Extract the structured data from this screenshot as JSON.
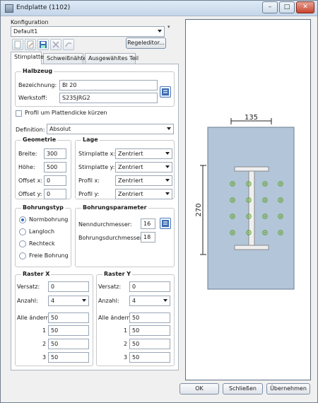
{
  "window": {
    "title": "Endplatte (1102)"
  },
  "config": {
    "group_title": "Konfiguration",
    "selected": "Default1",
    "rule_editor_label": "Regeleditor..."
  },
  "tabs": [
    {
      "label": "Stirnplatte"
    },
    {
      "label": "Schweißnähte"
    },
    {
      "label": "Ausgewähltes Teil"
    }
  ],
  "halbzeug": {
    "title": "Halbzeug",
    "bezeichnung_label": "Bezeichnung:",
    "bezeichnung_value": "Bl 20",
    "werkstoff_label": "Werkstoff:",
    "werkstoff_value": "S235JRG2"
  },
  "profile_check": {
    "label": "Profil um Plattendicke kürzen",
    "checked": false
  },
  "definition": {
    "label": "Definition:",
    "value": "Absolut"
  },
  "geometrie": {
    "title": "Geometrie",
    "breite_label": "Breite:",
    "breite_value": "300",
    "hoehe_label": "Höhe:",
    "hoehe_value": "500",
    "offx_label": "Offset x:",
    "offx_value": "0",
    "offy_label": "Offset y:",
    "offy_value": "0"
  },
  "lage": {
    "title": "Lage",
    "items": [
      {
        "label": "Stirnplatte x:",
        "value": "Zentriert"
      },
      {
        "label": "Stirnplatte y:",
        "value": "Zentriert"
      },
      {
        "label": "Profil x:",
        "value": "Zentriert"
      },
      {
        "label": "Profil y:",
        "value": "Zentriert"
      }
    ]
  },
  "bohrungstyp": {
    "title": "Bohrungstyp",
    "options": [
      {
        "label": "Normbohrung",
        "checked": true
      },
      {
        "label": "Langloch",
        "checked": false
      },
      {
        "label": "Rechteck",
        "checked": false
      },
      {
        "label": "Freie Bohrung",
        "checked": false
      }
    ]
  },
  "bohrungsparameter": {
    "title": "Bohrungsparameter",
    "nenn_label": "Nenndurchmesser:",
    "nenn_value": "16",
    "bohr_label": "Bohrungsdurchmesser:",
    "bohr_value": "18"
  },
  "raster_x": {
    "title": "Raster X",
    "versatz_label": "Versatz:",
    "versatz_value": "0",
    "anzahl_label": "Anzahl:",
    "anzahl_value": "4",
    "alle_label": "Alle ändern:",
    "alle_value": "50",
    "rows": [
      {
        "index": "1",
        "value": "50"
      },
      {
        "index": "2",
        "value": "50"
      },
      {
        "index": "3",
        "value": "50"
      }
    ]
  },
  "raster_y": {
    "title": "Raster Y",
    "versatz_label": "Versatz:",
    "versatz_value": "0",
    "anzahl_label": "Anzahl:",
    "anzahl_value": "4",
    "alle_label": "Alle ändern:",
    "alle_value": "50",
    "rows": [
      {
        "index": "1",
        "value": "50"
      },
      {
        "index": "2",
        "value": "50"
      },
      {
        "index": "3",
        "value": "50"
      }
    ]
  },
  "preview": {
    "dim_width": "135",
    "dim_height": "270"
  },
  "buttons": {
    "ok": "OK",
    "close": "Schließen",
    "apply": "Übernehmen"
  },
  "colors": {
    "plate": "#b3c5d9",
    "profile": "#efefef",
    "hole": "#7bbf3e"
  }
}
